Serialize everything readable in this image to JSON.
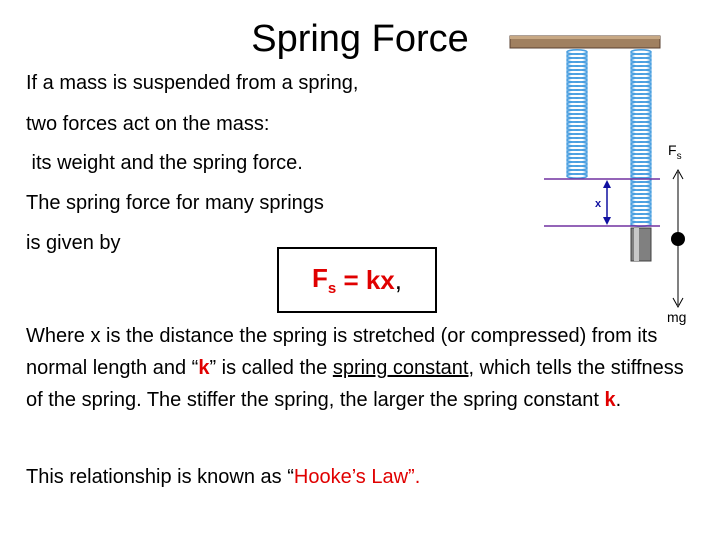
{
  "title": "Spring Force",
  "intro_lines": [
    "If a mass is suspended from a spring,",
    "two forces act on the mass:",
    " its weight and the spring force.",
    "The spring force for many springs",
    "is given by"
  ],
  "formula": {
    "lhs": "F",
    "lhs_sub": "s",
    "rhs": " = kx",
    "trail": ","
  },
  "para1": {
    "t1": "Where x is the distance the spring is stretched (or compressed) from its normal length and “",
    "k": "k",
    "t2": "” is called the ",
    "term": "spring constant",
    "t3": ", which tells the stiffness of the spring. The stiffer the spring, the larger the spring constant ",
    "k2": "k",
    "t4": "."
  },
  "para2": {
    "t1": "This relationship is known as “",
    "law": "Hooke’s Law”."
  },
  "diagram": {
    "fs_main": "F",
    "fs_sub": "s",
    "mg": "mg",
    "x": "x",
    "colors": {
      "spring": "#4a9fe0",
      "ceiling": "#a08060",
      "guide": "#7030a0",
      "arrow": "#1010a0"
    }
  }
}
